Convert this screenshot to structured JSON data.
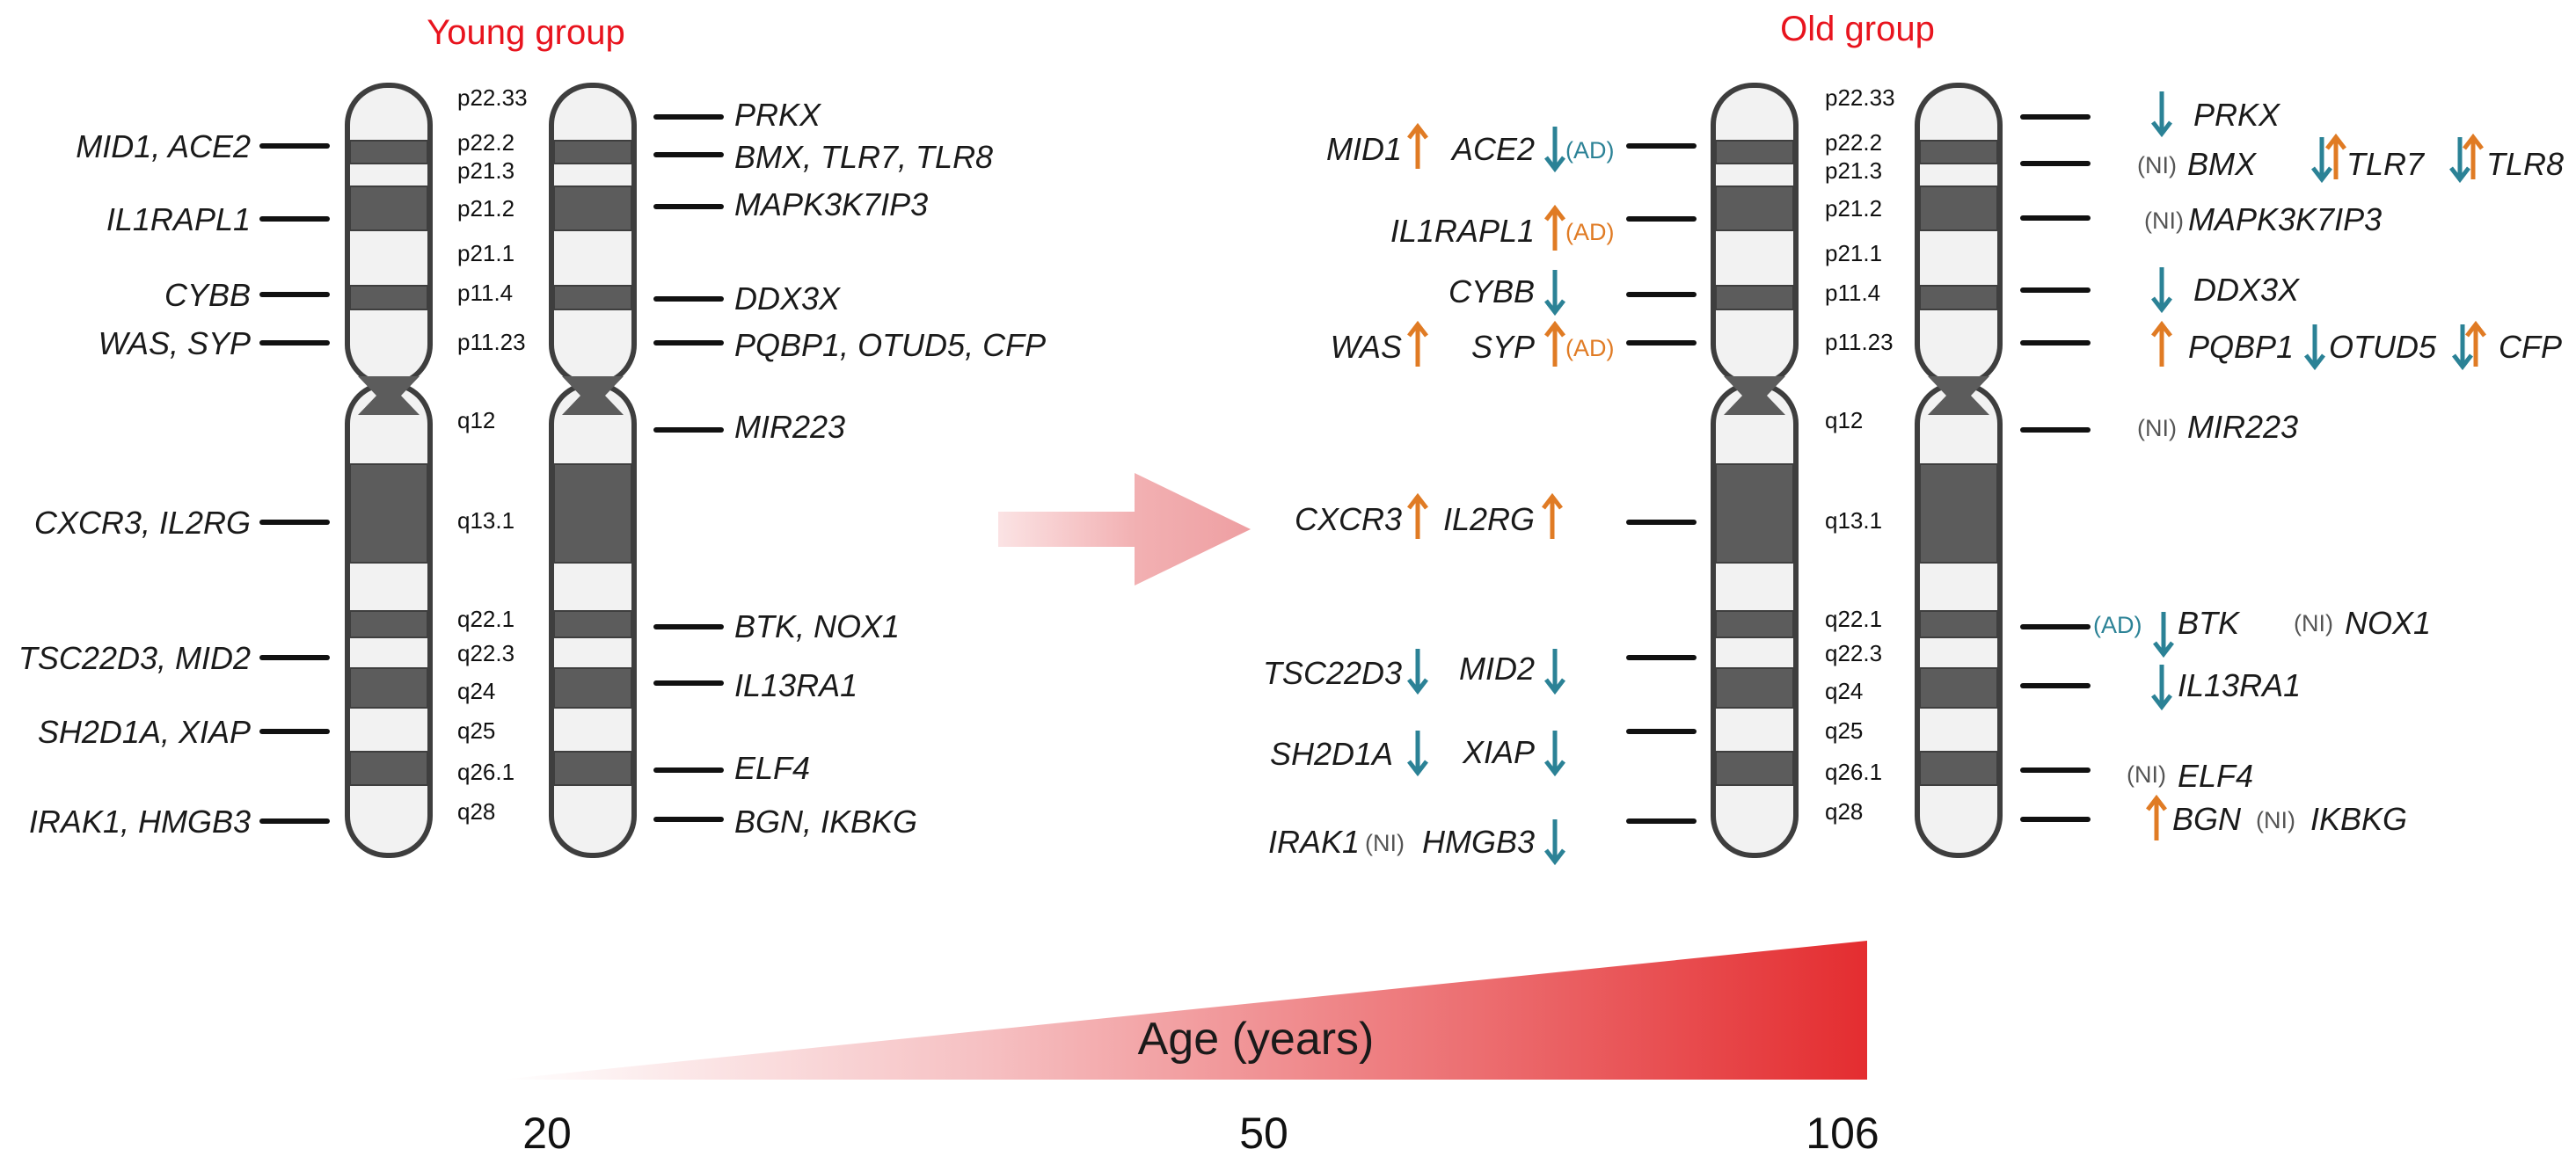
{
  "young": {
    "title": "Young group",
    "left_genes": [
      "MID1, ACE2",
      "IL1RAPL1",
      "CYBB",
      "WAS, SYP",
      "CXCR3,  IL2RG",
      "TSC22D3, MID2",
      "SH2D1A, XIAP",
      "IRAK1, HMGB3"
    ],
    "right_genes": [
      "PRKX",
      "BMX, TLR7, TLR8",
      "MAPK3K7IP3",
      "DDX3X",
      "PQBP1, OTUD5, CFP",
      "MIR223",
      "BTK, NOX1",
      "IL13RA1",
      "ELF4",
      "BGN, IKBKG"
    ]
  },
  "old": {
    "title": "Old group",
    "genes": [
      "MID1",
      "ACE2",
      "IL1RAPL1",
      "CYBB",
      "WAS",
      "SYP",
      "CXCR3",
      "IL2RG",
      "TSC22D3",
      "MID2",
      "SH2D1A",
      "XIAP",
      "IRAK1",
      "HMGB3",
      "PRKX",
      "BMX",
      "TLR7",
      "TLR8",
      "MAPK3K7IP3",
      "DDX3X",
      "PQBP1",
      "OTUD5",
      "CFP",
      "MIR223",
      "BTK",
      "NOX1",
      "IL13RA1",
      "ELF4",
      "BGN",
      "IKBKG"
    ],
    "tags": {
      "ad": "(AD)",
      "ni": "(NI)"
    }
  },
  "bands": [
    "p22.33",
    "p22.2",
    "p21.3",
    "p21.2",
    "p21.1",
    "p11.4",
    "p11.23",
    "q12",
    "q13.1",
    "q22.1",
    "q22.3",
    "q24",
    "q25",
    "q26.1",
    "q28"
  ],
  "age": {
    "label": "Age (years)",
    "ticks": [
      "20",
      "50",
      "106"
    ]
  },
  "colors": {
    "up": "#e07b24",
    "down": "#2b8296",
    "title": "#e8141e",
    "arrow": "#f0a9ab",
    "band_dark": "#5c5c5c",
    "chrom_fill": "#f2f2f2",
    "outline": "#3e3e3e"
  }
}
